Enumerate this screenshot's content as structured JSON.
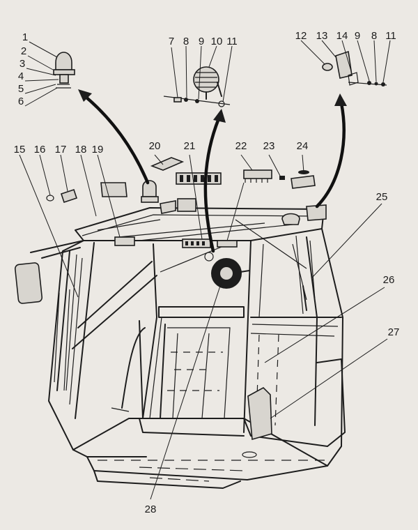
{
  "callouts": [
    "1",
    "2",
    "3",
    "4",
    "5",
    "6",
    "7",
    "8",
    "9",
    "10",
    "11",
    "12",
    "13",
    "14",
    "9",
    "8",
    "11",
    "15",
    "16",
    "17",
    "18",
    "19",
    "20",
    "21",
    "22",
    "23",
    "24",
    "25",
    "26",
    "27",
    "28"
  ]
}
